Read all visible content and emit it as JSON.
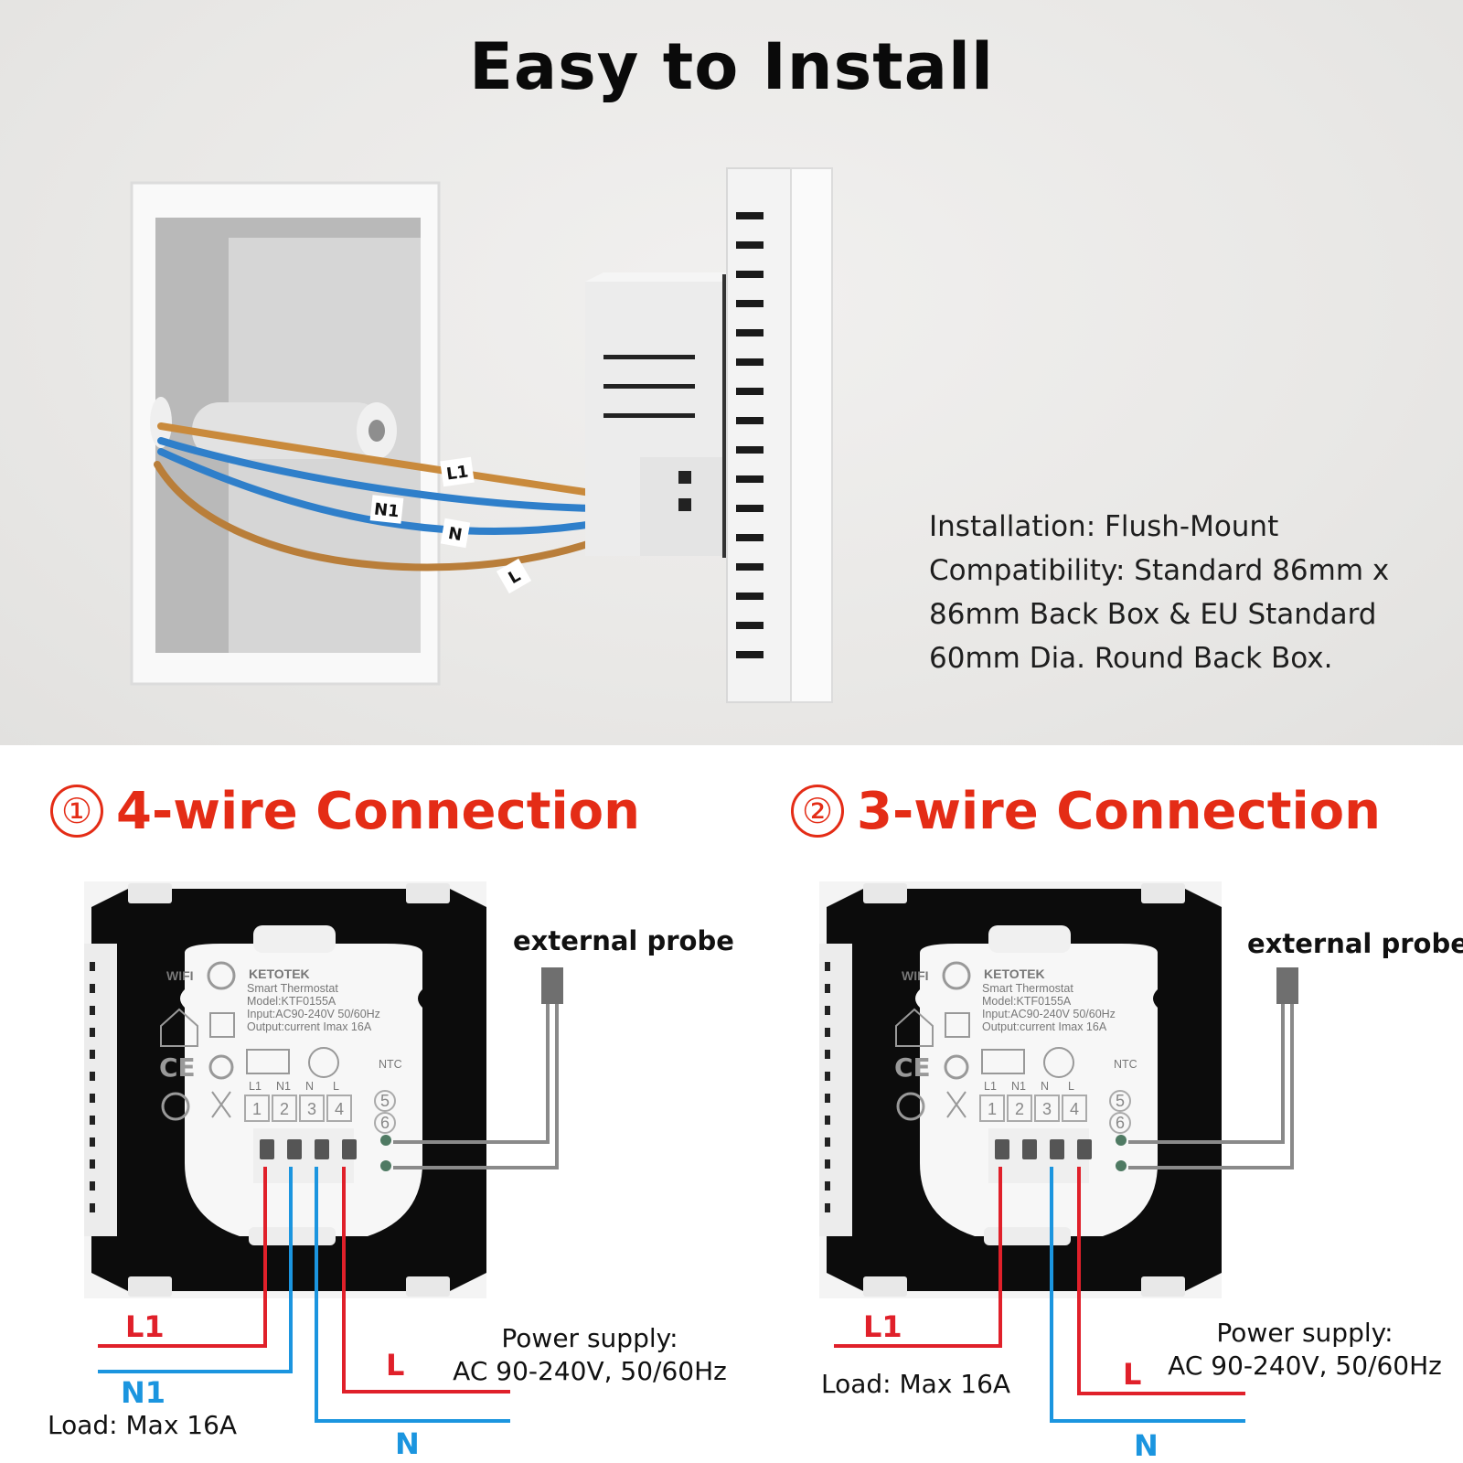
{
  "headline": "Easy to Install",
  "specs": [
    "Installation: Flush-Mount",
    "Compatibility: Standard 86mm x",
    "86mm Back Box & EU Standard",
    "60mm Dia. Round Back Box."
  ],
  "wire_tags": [
    "L1",
    "N1",
    "N",
    "L"
  ],
  "colors": {
    "title_red": "#e42c16",
    "wire_red": "#e0202a",
    "wire_blue": "#1b95df",
    "probe_gray": "#8a8a8a"
  },
  "device_label": {
    "brand": "KETOTEK",
    "product": "Smart Thermostat",
    "model": "Model:KTF0155A",
    "input": "Input:AC90-240V 50/60Hz",
    "output": "Output:current Imax 16A",
    "wifi": "WIFI",
    "ntc": "NTC",
    "terminal_tags": [
      "L1",
      "N1",
      "N",
      "L"
    ],
    "terminal_numbers": [
      "1",
      "2",
      "3",
      "4",
      "5",
      "6"
    ],
    "icons": [
      "wifi-icon",
      "house-icon",
      "ce-mark-icon",
      "recycle-icon",
      "weee-bin-icon",
      "heater-icon",
      "ac-wave-icon",
      "probe-icon"
    ]
  },
  "sections": [
    {
      "number": "①",
      "title": "4-wire Connection",
      "probe_label": "external probe",
      "labels": {
        "l1": "L1",
        "n1": "N1",
        "l": "L",
        "n": "N"
      },
      "load": "Load: Max 16A",
      "power_supply": [
        "Power supply:",
        "AC 90-240V,  50/60Hz"
      ]
    },
    {
      "number": "②",
      "title": "3-wire Connection",
      "probe_label": "external probe",
      "labels": {
        "l1": "L1",
        "l": "L",
        "n": "N"
      },
      "load": "Load: Max 16A",
      "power_supply": [
        "Power supply:",
        "AC 90-240V,  50/60Hz"
      ]
    }
  ]
}
